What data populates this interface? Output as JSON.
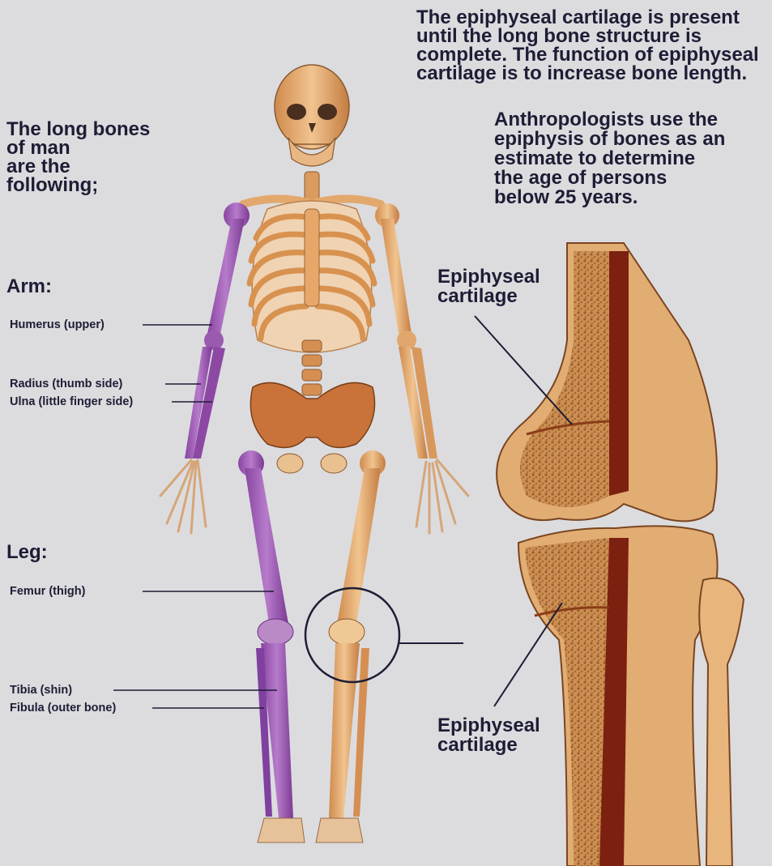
{
  "top_note": "The epiphyseal cartilage is present\nuntil the long bone structure is\ncomplete. The function of epiphyseal\ncartilage is to increase bone length.",
  "anthro_note": "Anthropologists use the\nepiphysis of bones as an\nestimate to determine\nthe age of persons\nbelow 25 years.",
  "intro": "The long bones\nof man\nare the\nfollowing;",
  "arm": {
    "heading": "Arm:",
    "bones": [
      "Humerus (upper)",
      "Radius (thumb side)",
      "Ulna (little finger side)"
    ]
  },
  "leg": {
    "heading": "Leg:",
    "bones": [
      "Femur (thigh)",
      "Tibia (shin)",
      "Fibula (outer bone)"
    ]
  },
  "knee_labels": {
    "upper": "Epiphyseal\ncartilage",
    "lower": "Epiphyseal\ncartilage"
  },
  "colors": {
    "background": "#dcdcdf",
    "text": "#1d1d35",
    "bone": "#e7b27c",
    "bone_dark": "#b76f39",
    "highlight_bone": "#9c54b2",
    "marrow": "#7c2010",
    "cartilage_line": "#8a3c18"
  }
}
